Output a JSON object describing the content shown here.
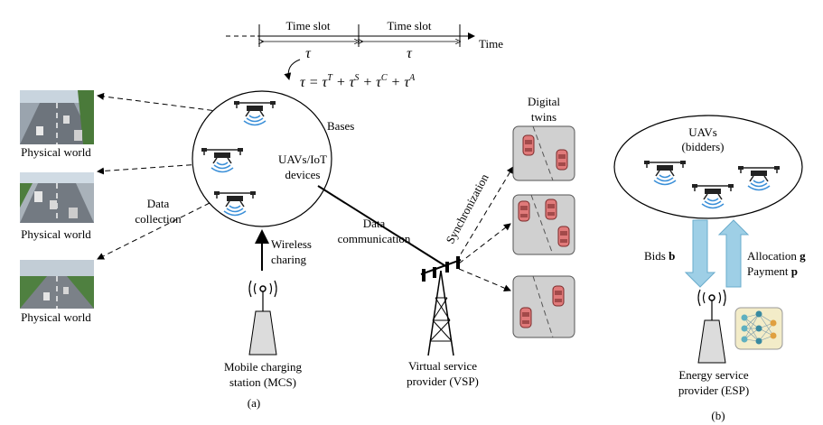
{
  "timeline": {
    "slot_label_1": "Time slot",
    "slot_label_2": "Time slot",
    "axis_label": "Time",
    "tau_1": "τ",
    "tau_2": "τ",
    "equation": "τ = τ",
    "eq_sup_T": "T",
    "eq_plus_1": " + τ",
    "eq_sup_S": "S",
    "eq_plus_2": " + τ",
    "eq_sup_C": "C",
    "eq_plus_3": " + τ",
    "eq_sup_A": "A"
  },
  "physical": {
    "label_1": "Physical world",
    "label_2": "Physical world",
    "label_3": "Physical world"
  },
  "data_collection": {
    "line1": "Data",
    "line2": "collection"
  },
  "bases": {
    "label": "Bases",
    "uav_line1": "UAVs/IoT",
    "uav_line2": "devices"
  },
  "wireless": {
    "line1": "Wireless",
    "line2": "charing"
  },
  "mcs": {
    "line1": "Mobile charging",
    "line2": "station (MCS)"
  },
  "data_comm": {
    "line1": "Data",
    "line2": "communication"
  },
  "sync": {
    "label": "Synchronization"
  },
  "digital_twins": {
    "line1": "Digital",
    "line2": "twins"
  },
  "vsp": {
    "line1": "Virtual service",
    "line2": "provider (VSP)"
  },
  "caption_a": "(a)",
  "bidders": {
    "line1": "UAVs",
    "line2": "(bidders)"
  },
  "bids": {
    "label": "Bids",
    "symbol": "b"
  },
  "allocation": {
    "label": "Allocation",
    "symbol": "g"
  },
  "payment": {
    "label": "Payment",
    "symbol": "p"
  },
  "esp": {
    "line1": "Energy service",
    "line2": "provider (ESP)"
  },
  "caption_b": "(b)",
  "colors": {
    "wifi": "#3a8fd8",
    "arrow_fill": "#9ecfe6",
    "car": "#e07a7a",
    "tile": "#d0d0d0"
  }
}
